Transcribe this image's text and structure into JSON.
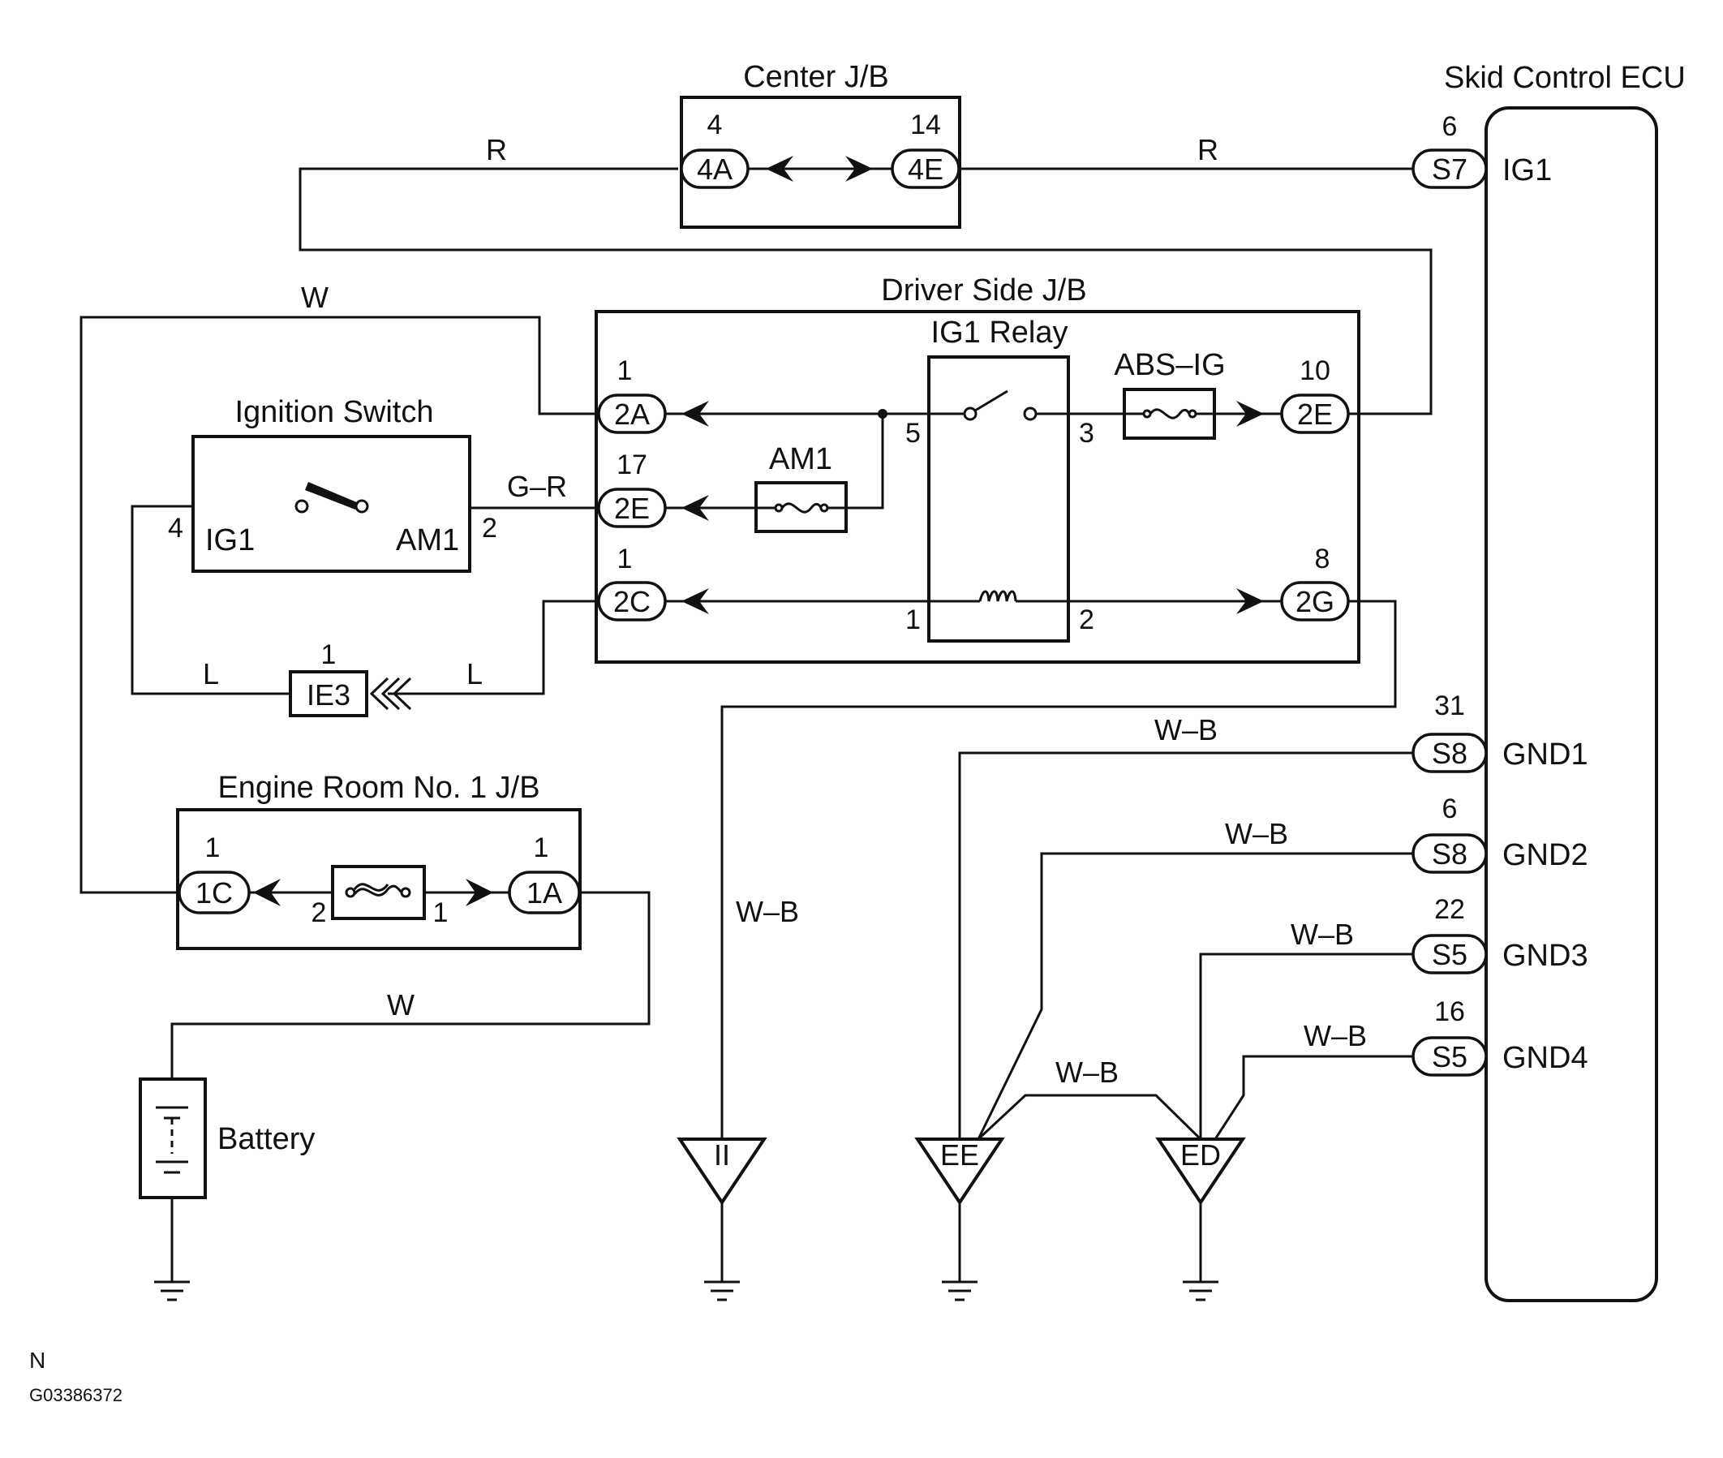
{
  "components": {
    "center_jb": "Center J/B",
    "driver_side_jb": "Driver Side J/B",
    "ig1_relay": "IG1 Relay",
    "abs_ig_fuse": "ABS–IG",
    "am1_fuse": "AM1",
    "ignition_switch": "Ignition Switch",
    "ign_terminal_ig1": "IG1",
    "ign_terminal_am1": "AM1",
    "engine_room_jb": "Engine Room No. 1 J/B",
    "battery": "Battery",
    "ecu": "Skid Control ECU"
  },
  "connectors": {
    "c4A": "4A",
    "c4E": "4E",
    "cS7": "S7",
    "c2A": "2A",
    "c2E_17": "2E",
    "c2C": "2C",
    "c2E_10": "2E",
    "c2G": "2G",
    "cIE3": "IE3",
    "c1C": "1C",
    "c1A": "1A",
    "cS8_31": "S8",
    "cS8_6": "S8",
    "cS5_22": "S5",
    "cS5_16": "S5"
  },
  "pins": {
    "p4A": "4",
    "p4E": "14",
    "pS7": "6",
    "p2A": "1",
    "p2E_17": "17",
    "p2C": "1",
    "p2E_10": "10",
    "p2G": "8",
    "relay5": "5",
    "relay3": "3",
    "relay1": "1",
    "relay2": "2",
    "ign4": "4",
    "ign2": "2",
    "pIE3": "1",
    "p1C": "1",
    "p1A": "1",
    "fuse2": "2",
    "fuse1": "1",
    "pS8_31": "31",
    "pS8_6": "6",
    "pS5_22": "22",
    "pS5_16": "16"
  },
  "wire_colors": {
    "r_left": "R",
    "r_right": "R",
    "w_top": "W",
    "gr": "G–R",
    "l_left": "L",
    "l_right": "L",
    "w_battery": "W",
    "wb_ii": "W–B",
    "wb_gnd1": "W–B",
    "wb_gnd2": "W–B",
    "wb_gnd3": "W–B",
    "wb_gnd4": "W–B",
    "wb_ee_ed": "W–B"
  },
  "ecu_terminals": {
    "ig1": "IG1",
    "gnd1": "GND1",
    "gnd2": "GND2",
    "gnd3": "GND3",
    "gnd4": "GND4"
  },
  "grounds": {
    "ii": "II",
    "ee": "EE",
    "ed": "ED"
  },
  "footer": {
    "letter": "N",
    "figure_id": "G03386372"
  }
}
